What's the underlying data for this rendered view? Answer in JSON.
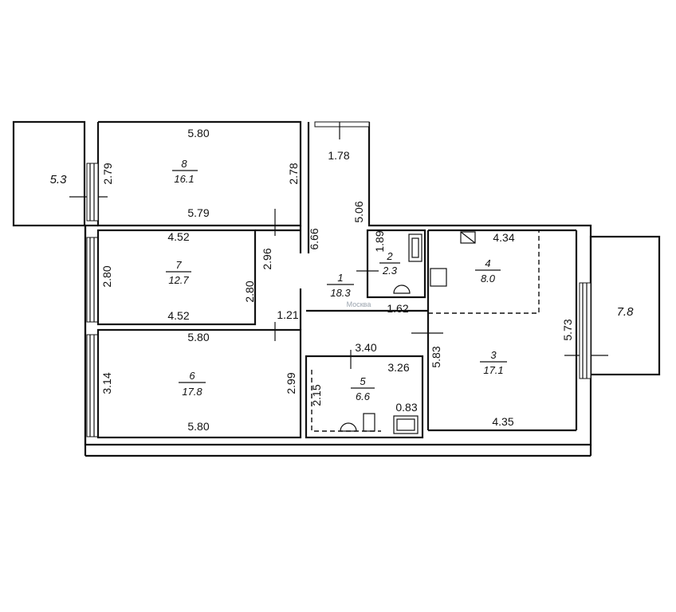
{
  "rooms": [
    {
      "number": "1",
      "area": "18.3"
    },
    {
      "number": "2",
      "area": "2.3"
    },
    {
      "number": "3",
      "area": "17.1"
    },
    {
      "number": "4",
      "area": "8.0"
    },
    {
      "number": "5",
      "area": "6.6"
    },
    {
      "number": "6",
      "area": "17.8"
    },
    {
      "number": "7",
      "area": "12.7"
    },
    {
      "number": "8",
      "area": "16.1"
    }
  ],
  "balconies": {
    "left": "5.3",
    "right": "7.8"
  },
  "dimensions": {
    "r8_top": "5.80",
    "r8_bottom": "5.79",
    "r8_left": "2.79",
    "r8_right": "2.78",
    "r7_top": "4.52",
    "r7_bottom": "4.52",
    "r7_left": "2.80",
    "r7_right": "2.80",
    "r6_top": "5.80",
    "r6_bottom": "5.80",
    "r6_left": "3.14",
    "r6_right": "2.99",
    "corr_top": "1.78",
    "corr_left": "6.66",
    "corr_right": "5.06",
    "corr_gap": "2.96",
    "corr_small": "1.21",
    "corr_mid": "1.62",
    "bath2_h": "1.89",
    "r4_w": "4.34",
    "r3_h": "5.73",
    "r3_w": "4.35",
    "r3_left": "5.83",
    "r5_top": "3.40",
    "r5_w": "3.26",
    "r5_h": "2.15",
    "r5_small": "0.83"
  },
  "watermark": "Москва"
}
